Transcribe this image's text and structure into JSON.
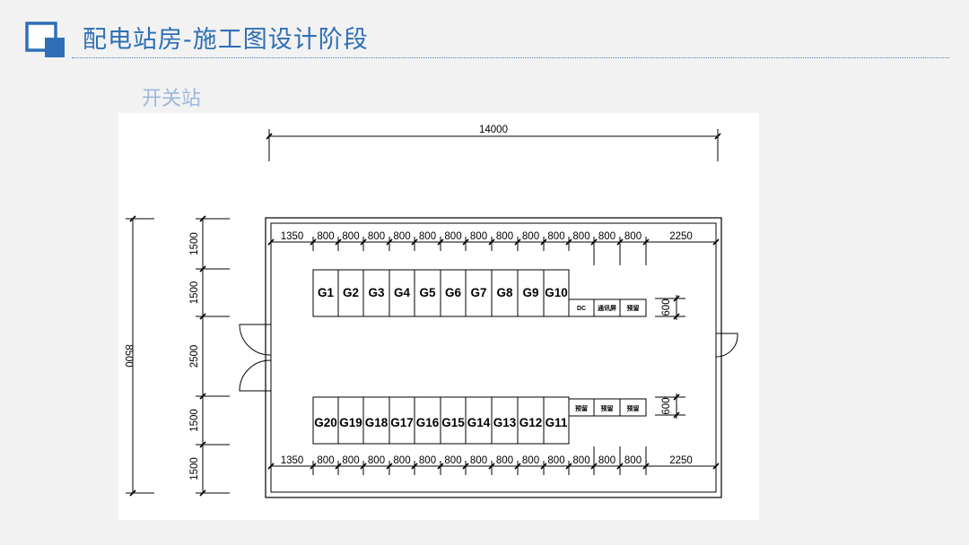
{
  "header": {
    "title": "配电站房-施工图设计阶段",
    "subtitle": "开关站"
  },
  "colors": {
    "brand": "#2e6fb6",
    "subtitle": "#9db7dc"
  },
  "drawing": {
    "overall_width": "14000",
    "overall_height": "8500",
    "left_dims": [
      "1500",
      "1500",
      "2500",
      "1500",
      "1500"
    ],
    "top_dims": [
      "1350",
      "800",
      "800",
      "800",
      "800",
      "800",
      "800",
      "800",
      "800",
      "800",
      "800",
      "800",
      "800",
      "800",
      "2250"
    ],
    "bottom_dims": [
      "1350",
      "800",
      "800",
      "800",
      "800",
      "800",
      "800",
      "800",
      "800",
      "800",
      "800",
      "800",
      "800",
      "800",
      "2250"
    ],
    "top_row": [
      "G1",
      "G2",
      "G3",
      "G4",
      "G5",
      "G6",
      "G7",
      "G8",
      "G9",
      "G10"
    ],
    "bottom_row": [
      "G20",
      "G19",
      "G18",
      "G17",
      "G16",
      "G15",
      "G14",
      "G13",
      "G12",
      "G11"
    ],
    "top_small": [
      "DC",
      "通讯屏",
      "预留"
    ],
    "bottom_small": [
      "预留",
      "预留",
      "预留"
    ],
    "cabinet_depth": "600"
  }
}
